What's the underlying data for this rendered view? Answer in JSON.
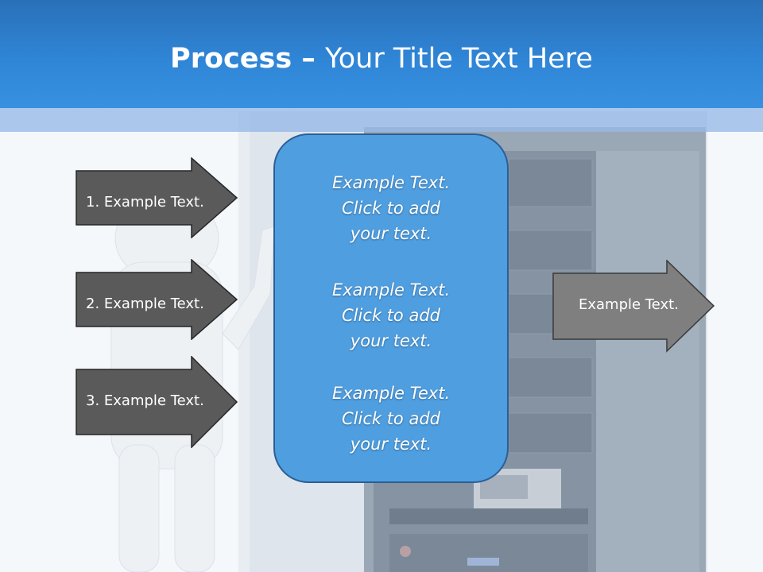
{
  "title": {
    "bold": "Process",
    "dash": " – ",
    "rest": "Your Title Text Here"
  },
  "left_arrows": [
    {
      "label": "1. Example Text."
    },
    {
      "label": "2. Example Text."
    },
    {
      "label": "3. Example Text."
    }
  ],
  "center_box": {
    "paragraphs": [
      {
        "lines": [
          "Example Text.",
          "Click  to add",
          "your text."
        ]
      },
      {
        "lines": [
          "Example Text.",
          "Click  to add",
          "your text."
        ]
      },
      {
        "lines": [
          "Example Text.",
          "Click  to add",
          "your text."
        ]
      }
    ]
  },
  "right_arrow": {
    "label": "Example Text."
  },
  "colors": {
    "header": "#2f85d6",
    "arrow_dark": "#5a5a5a",
    "arrow_light": "#7f7f7f",
    "center_box": "#4f9ee0"
  }
}
